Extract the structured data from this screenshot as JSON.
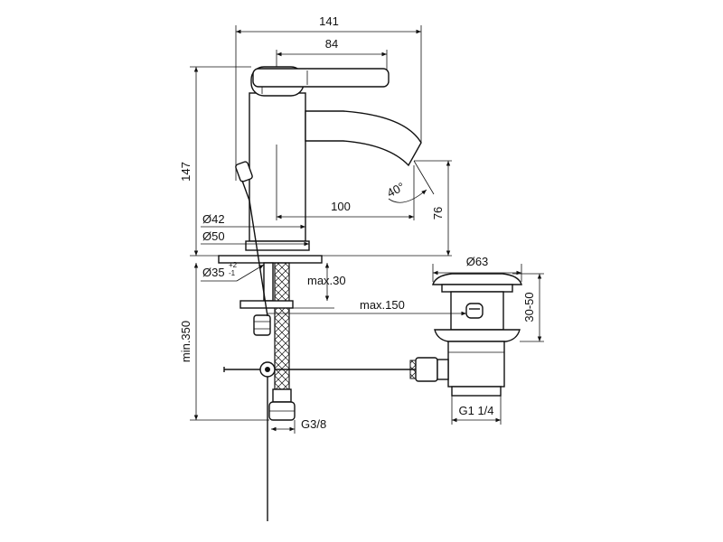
{
  "dimensions": {
    "overall_width": "141",
    "lever_offset": "84",
    "overall_height": "147",
    "spout_reach": "100",
    "spout_height": "76",
    "spout_angle": "40°",
    "body_diameter": "Ø42",
    "base_diameter": "Ø50",
    "hole_diameter": "Ø35",
    "hole_tol_upper": "+2",
    "hole_tol_lower": "-1",
    "deck_thickness": "max.30",
    "waste_offset": "max.150",
    "waste_flange_diameter": "Ø63",
    "waste_range": "30-50",
    "min_height": "min.350",
    "hose_thread": "G3/8",
    "waste_thread": "G1 1/4"
  }
}
